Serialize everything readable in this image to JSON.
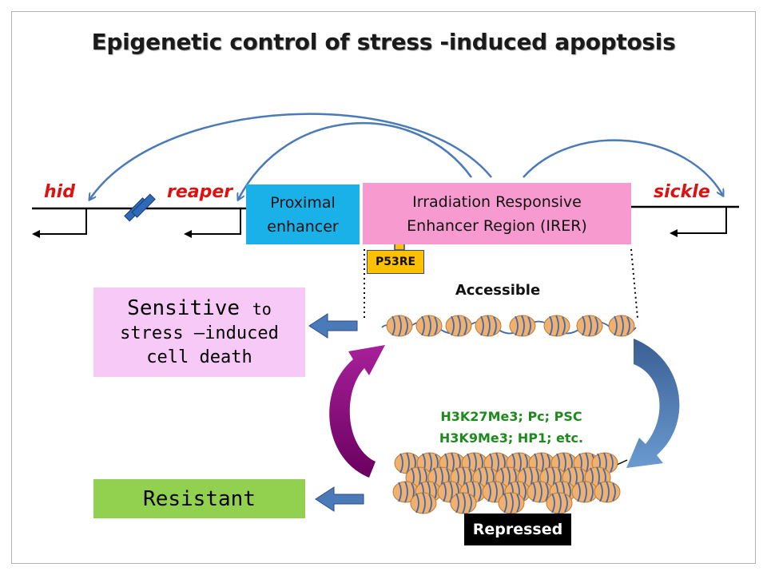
{
  "title": "Epigenetic control of stress -induced apoptosis",
  "genes": {
    "hid": "hid",
    "reaper": "reaper",
    "sickle": "sickle"
  },
  "proximal_enhancer": {
    "line1": "Proximal",
    "line2": "enhancer"
  },
  "irer": {
    "line1": "Irradiation Responsive",
    "line2": "Enhancer Region (IRER)"
  },
  "p53re": "P53RE",
  "accessible_label": "Accessible",
  "histone_marks": {
    "line1": "H3K27Me3; Pc; PSC",
    "line2": "H3K9Me3; HP1; etc."
  },
  "repressed_label": "Repressed",
  "sensitive": {
    "line1_big": "Sensitive",
    "line1_small": "to",
    "line2": "stress –induced",
    "line3": "cell death"
  },
  "resistant": "Resistant",
  "colors": {
    "gene_red": "#e01010",
    "proximal_blue": "#1ab0e8",
    "irer_pink": "#f79ad0",
    "p53_yellow": "#ffc000",
    "sensitive_pink": "#f7c9f7",
    "resistant_green": "#92d050",
    "arrow_blue": "#4a7ab8",
    "cycle_purple": "#8b0a7a",
    "marks_green": "#1e8a1e",
    "nucleosome_orange": "#f0b070"
  }
}
